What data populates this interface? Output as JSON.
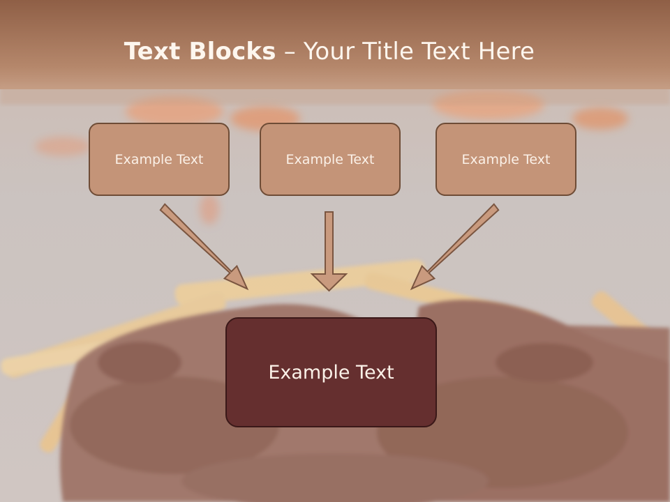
{
  "title": {
    "bold": "Text Blocks",
    "separator": " – ",
    "rest": "Your Title Text Here"
  },
  "blocks": [
    {
      "label": "Example Text"
    },
    {
      "label": "Example Text"
    },
    {
      "label": "Example Text"
    }
  ],
  "main_block": {
    "label": "Example Text"
  },
  "colors": {
    "header_band": "#9c6a4d",
    "small_box_fill": "#c49478",
    "small_box_border": "#6e4c36",
    "main_box_fill": "#652f2f",
    "arrow_fill": "#c99a7e",
    "arrow_stroke": "#7a5540"
  }
}
